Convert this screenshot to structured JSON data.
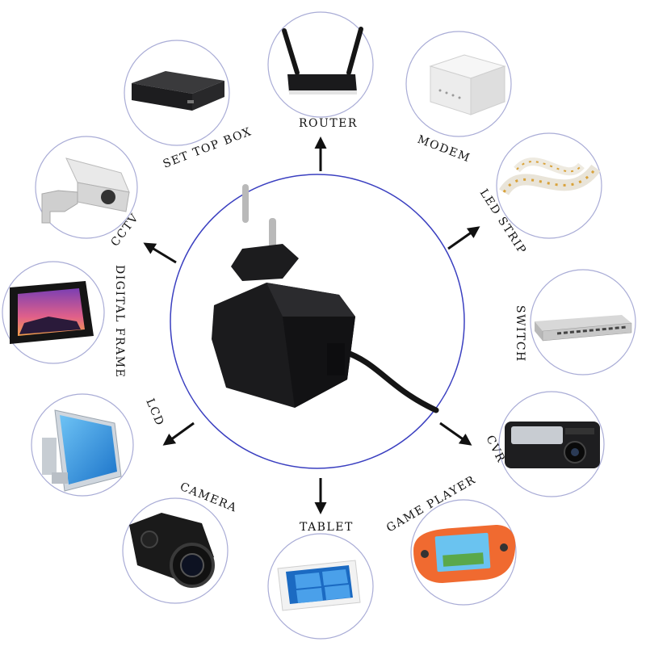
{
  "center": {
    "name": "power-adapter",
    "icon": "eu-plug-power-adapter-icon"
  },
  "colors": {
    "ring": "#4a50c8",
    "arrow": "#111111",
    "label": "#111111"
  },
  "devices": [
    {
      "key": "set-top-box",
      "label": "SET TOP BOX",
      "icon": "set-top-box-icon"
    },
    {
      "key": "router",
      "label": "ROUTER",
      "icon": "router-icon"
    },
    {
      "key": "modem",
      "label": "MODEM",
      "icon": "modem-icon"
    },
    {
      "key": "led-strip",
      "label": "LED STRIP",
      "icon": "led-strip-icon"
    },
    {
      "key": "switch",
      "label": "SWITCH",
      "icon": "network-switch-icon"
    },
    {
      "key": "cvr",
      "label": "CVR",
      "icon": "dash-camera-icon"
    },
    {
      "key": "game-player",
      "label": "GAME PLAYER",
      "icon": "handheld-console-icon"
    },
    {
      "key": "tablet",
      "label": "TABLET",
      "icon": "tablet-icon"
    },
    {
      "key": "camera",
      "label": "CAMERA",
      "icon": "camera-icon"
    },
    {
      "key": "lcd",
      "label": "LCD",
      "icon": "lcd-monitor-icon"
    },
    {
      "key": "digital-frame",
      "label": "DIGITAL FRAME",
      "icon": "digital-frame-icon"
    },
    {
      "key": "cctv",
      "label": "CCTV",
      "icon": "cctv-camera-icon"
    }
  ]
}
